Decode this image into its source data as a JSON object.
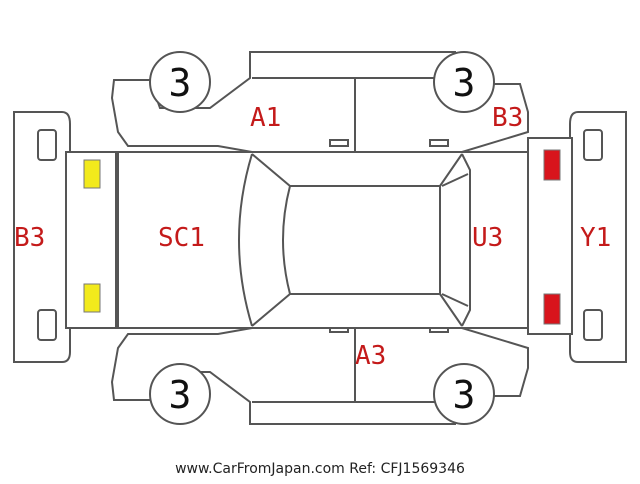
{
  "diagram": {
    "damage_codes": {
      "front_bumper": "B3",
      "hood": "SC1",
      "left_doors": "A1",
      "left_rear_quarter": "B3",
      "trunk": "U3",
      "rear_bumper": "Y1",
      "right_doors": "A3"
    },
    "tire_marks": {
      "front_left": "3",
      "rear_left": "3",
      "front_right": "3",
      "rear_right": "3"
    },
    "footer": "www.CarFromJapan.com Ref: CFJ1569346",
    "colors": {
      "code_text": "#c41a1a",
      "headlight_marker": "#f2ea1c",
      "taillight_marker": "#d8141c",
      "outline": "#555555"
    }
  }
}
